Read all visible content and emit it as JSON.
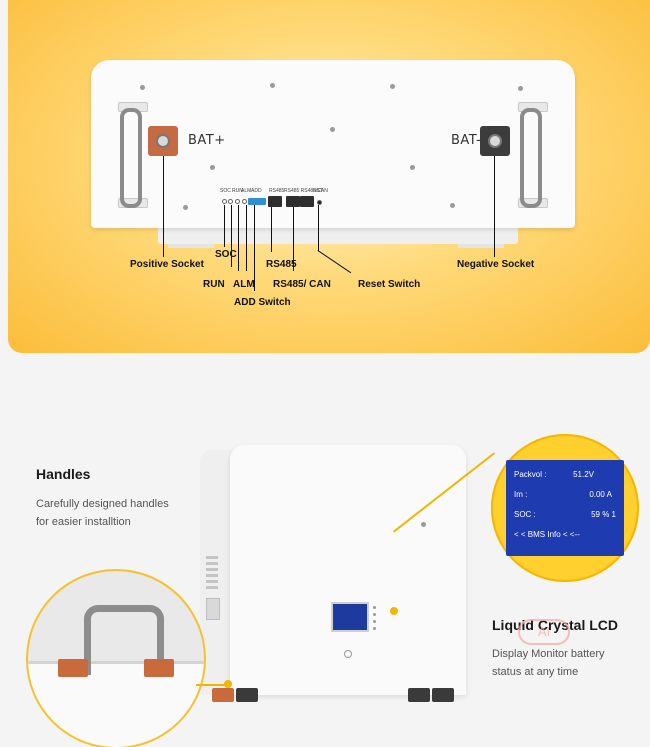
{
  "front_panel": {
    "pos_terminal_label": "BAT+",
    "neg_terminal_label": "BAT-",
    "port_labels": [
      "SOC",
      "RUN",
      "ALM",
      "ADD",
      "RS485",
      "RS485 RS485/CAN",
      "RST"
    ]
  },
  "callouts": {
    "positive_socket": "Positive Socket",
    "soc": "SOC",
    "run": "RUN",
    "alm": "ALM",
    "add_switch": "ADD Switch",
    "rs485": "RS485",
    "rs485_can": "RS485/ CAN",
    "reset_switch": "Reset Switch",
    "negative_socket": "Negative Socket"
  },
  "handles": {
    "title": "Handles",
    "desc_line1": "Carefully designed handles",
    "desc_line2": "for easier installtion"
  },
  "lcd": {
    "title": "Liquid Crystal LCD",
    "desc_line1": "Display Monitor battery",
    "desc_line2": "status at any time",
    "rows": [
      {
        "label": "Packvol :",
        "value": "51.2V"
      },
      {
        "label": "Im :",
        "value": "0.00 A"
      },
      {
        "label": "SOC :",
        "value": "59  %  1"
      },
      {
        "label": "< <  BMS  Info < <--",
        "value": ""
      }
    ]
  },
  "watermark": "AI",
  "colors": {
    "accent_orange": "#fbbd3a",
    "highlight_yellow": "#ffd02e",
    "lcd_blue": "#1e3bb0",
    "positive_terminal": "#c56b43"
  }
}
